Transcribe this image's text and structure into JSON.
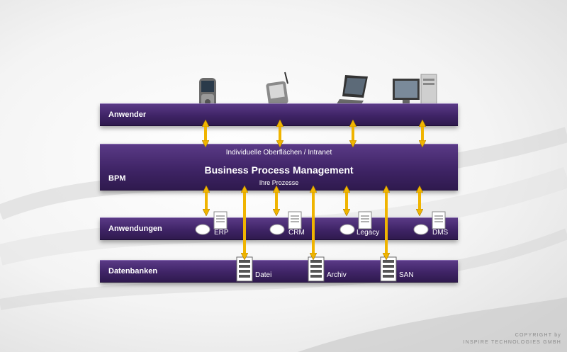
{
  "layers": {
    "anwender": {
      "label": "Anwender"
    },
    "bpm": {
      "label": "BPM",
      "subtitle_top": "Individuelle Oberflächen / Intranet",
      "title": "Business Process Management",
      "subtitle_bottom": "Ihre Prozesse"
    },
    "anwendungen": {
      "label": "Anwendungen",
      "items": [
        "ERP",
        "CRM",
        "Legacy",
        "DMS"
      ]
    },
    "datenbanken": {
      "label": "Datenbanken",
      "items": [
        "Datei",
        "Archiv",
        "SAN"
      ]
    }
  },
  "devices": [
    "smartphone-icon",
    "pda-icon",
    "laptop-icon",
    "desktop-computer-icon"
  ],
  "colors": {
    "bar": "#3f2466",
    "arrow": "#f0b400",
    "text": "#ffffff"
  },
  "copyright": {
    "line1": "COPYRIGHT by",
    "line2": "INSPIRE TECHNOLOGIES GMBH"
  }
}
